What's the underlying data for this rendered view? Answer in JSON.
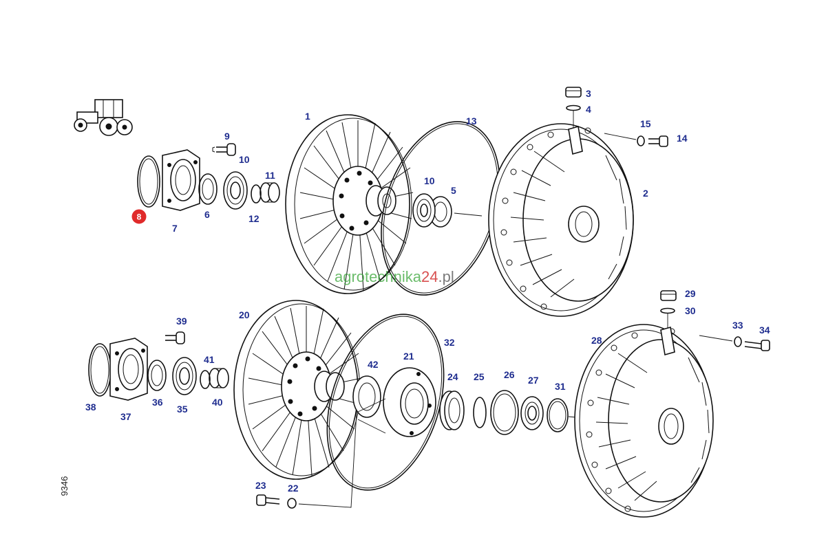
{
  "drawing_ref": "9346",
  "watermark": {
    "part1": "agrotechnika",
    "part2": "24",
    "part3": ".pl"
  },
  "accent_color": "#1f2d8f",
  "selected_color": "#e02a2a",
  "selected_part": "8",
  "callouts": {
    "c1": "1",
    "c2": "2",
    "c3": "3",
    "c4": "4",
    "c5": "5",
    "c6": "6",
    "c7": "7",
    "c8": "8",
    "c9": "9",
    "c10a": "10",
    "c10b": "10",
    "c11": "11",
    "c12": "12",
    "c13": "13",
    "c14": "14",
    "c15": "15",
    "c20": "20",
    "c21": "21",
    "c22": "22",
    "c23": "23",
    "c24": "24",
    "c25": "25",
    "c26": "26",
    "c27": "27",
    "c28": "28",
    "c29": "29",
    "c30": "30",
    "c31": "31",
    "c32": "32",
    "c33": "33",
    "c34": "34",
    "c35": "35",
    "c36": "36",
    "c37": "37",
    "c38": "38",
    "c39": "39",
    "c40": "40",
    "c41": "41",
    "c42": "42"
  }
}
